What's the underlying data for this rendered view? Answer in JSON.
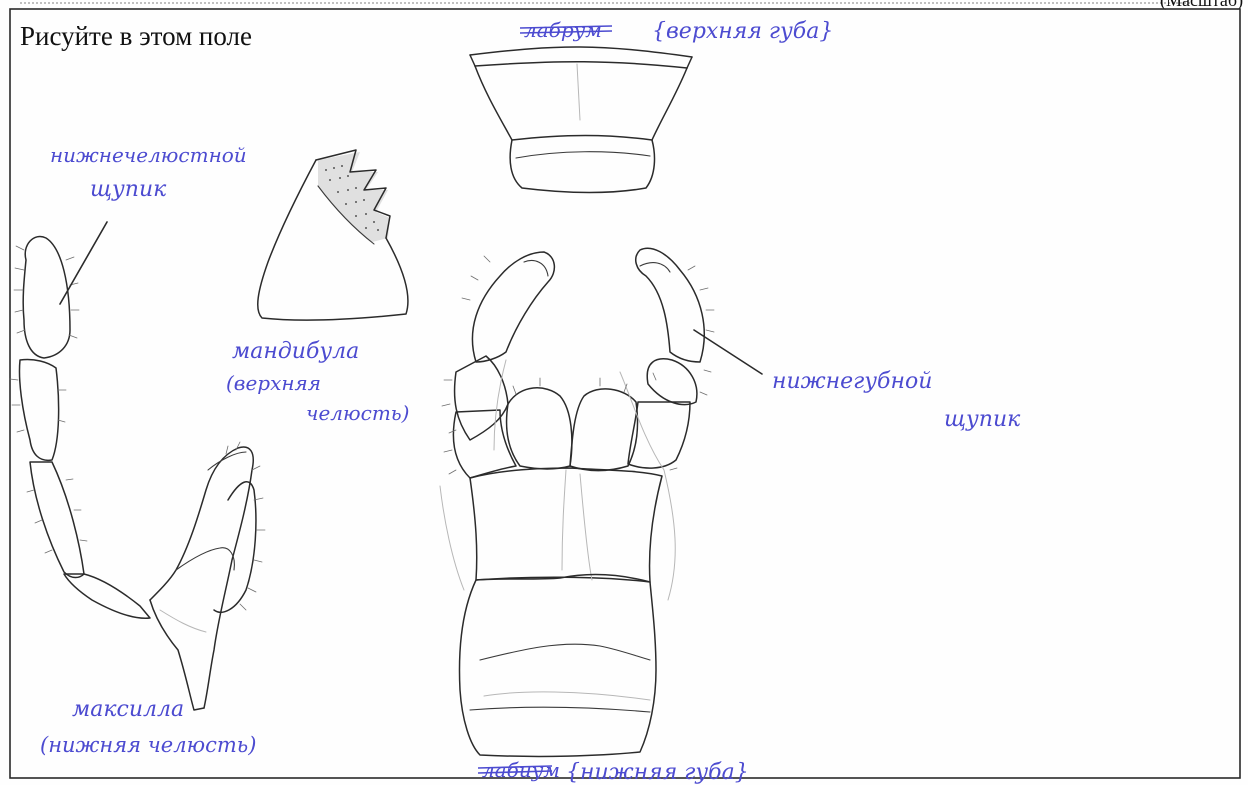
{
  "form": {
    "field_caption": "Рисуйте в этом поле",
    "header_fragment_right": "(Масштаб)"
  },
  "labels": {
    "maxillary_palp": [
      "нижнечелюстной",
      "щупик"
    ],
    "mandible": [
      "мандибула",
      "(верхняя",
      "челюсть)"
    ],
    "maxilla": [
      "максилла",
      "(нижняя челюсть)"
    ],
    "labial_palp": [
      "нижнегубной",
      "щупик"
    ],
    "labrum_crossed": "лабрум",
    "labrum_replacement": "{верхняя губа}",
    "labium_crossed": "лабиум",
    "labium_replacement": "{нижняя губа}"
  },
  "colors": {
    "pen_ink": "#4c4bd0",
    "pencil": "#2b2b2b",
    "paper": "#fefefe"
  }
}
